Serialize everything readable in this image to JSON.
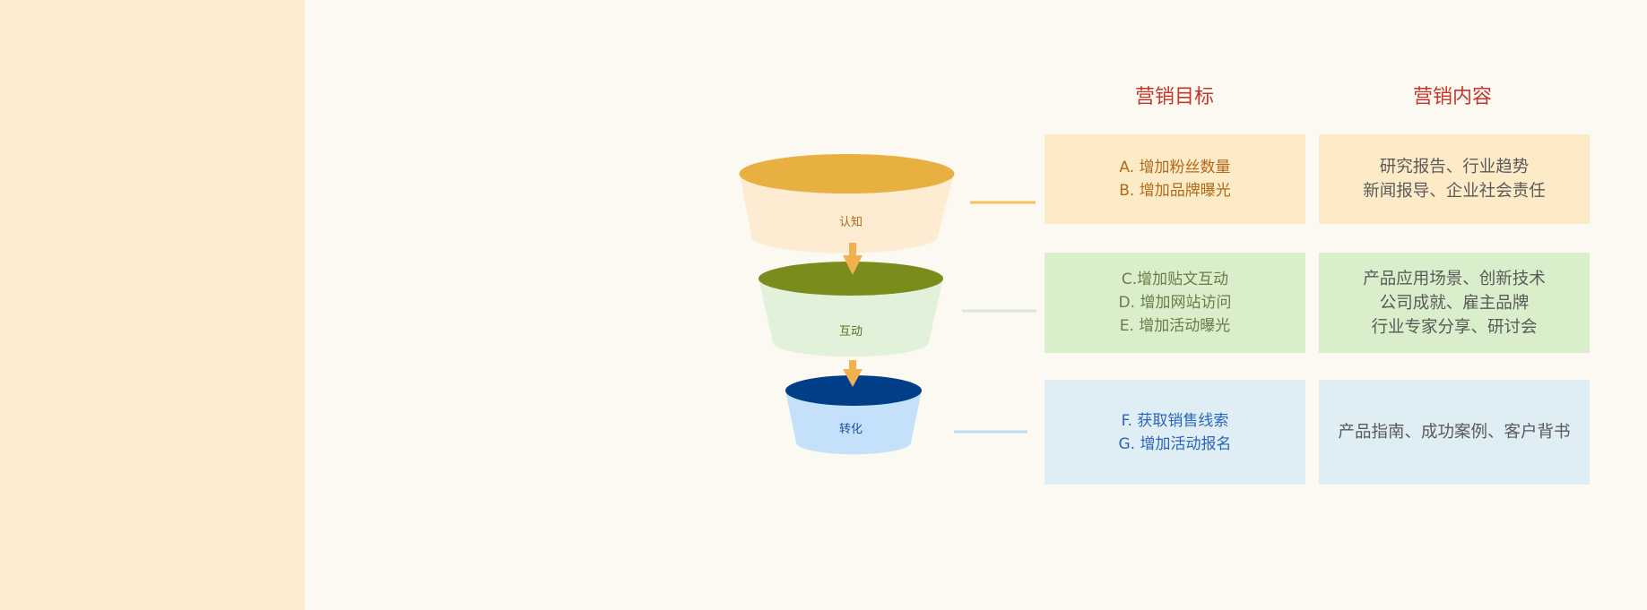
{
  "headers": {
    "goal": "营销目标",
    "content": "营销内容"
  },
  "stages": [
    {
      "label": "认知",
      "goals": [
        "A.  增加粉丝数量",
        "B.  增加品牌曝光"
      ],
      "content": [
        "研究报告、行业趋势",
        "新闻报导、企业社会责任"
      ]
    },
    {
      "label": "互动",
      "goals": [
        "C.增加贴文互动",
        "D. 增加网站访问",
        "E.  增加活动曝光"
      ],
      "content": [
        "产品应用场景、创新技术",
        "公司成就、雇主品牌",
        "行业专家分享、研讨会"
      ]
    },
    {
      "label": "转化",
      "goals": [
        "F. 获取销售线索",
        "G. 增加活动报名"
      ],
      "content": [
        "产品指南、成功案例、客户背书"
      ]
    }
  ],
  "colors": {
    "header_text": "#c0392b",
    "stage_top": [
      "#e8b040",
      "#7a8c1b",
      "#003f87"
    ],
    "stage_body": [
      "#fdecd1",
      "#e2f2da",
      "#c4e0fa"
    ],
    "stage_label": [
      "#b06a1a",
      "#5a6b1f",
      "#1f4f9a"
    ],
    "connector": [
      "#f4c15b",
      "#dbead0",
      "#c0dcf4"
    ],
    "arrow": "#f2b04f"
  }
}
